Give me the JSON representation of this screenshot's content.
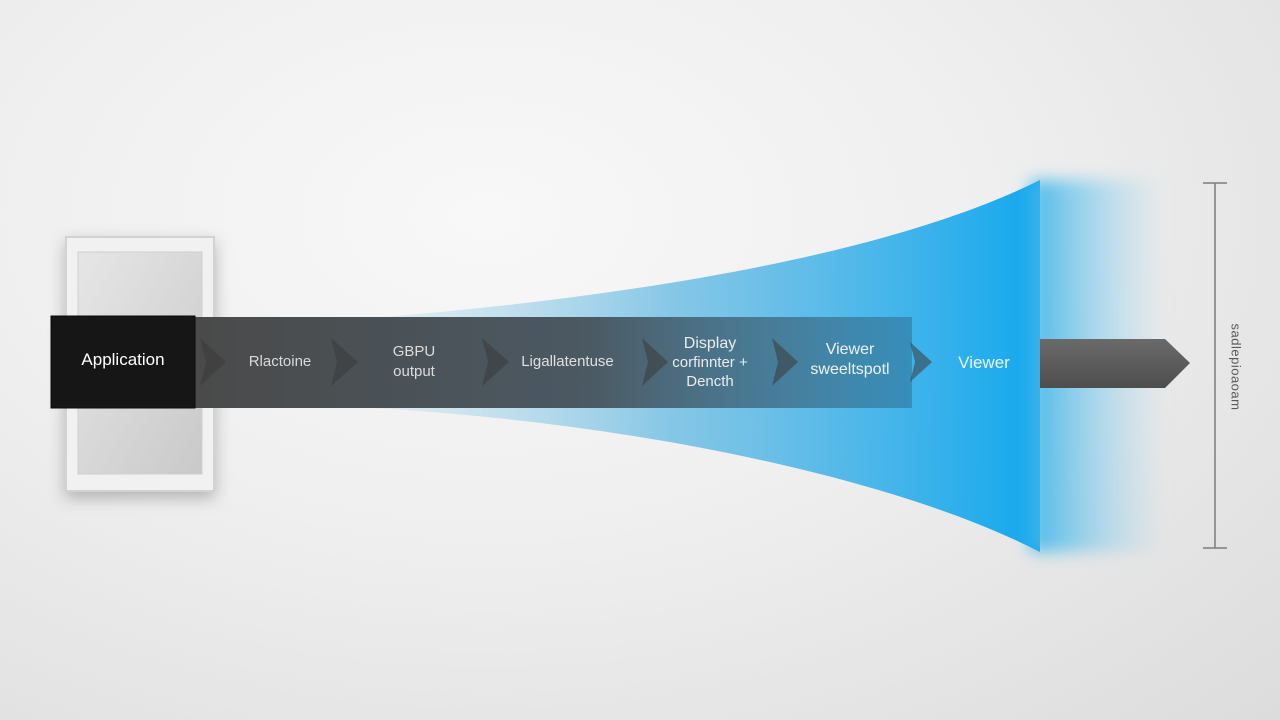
{
  "stages": [
    {
      "lines": [
        "Application"
      ]
    },
    {
      "lines": [
        "Rlactoine"
      ]
    },
    {
      "lines": [
        "GBPU",
        "output"
      ]
    },
    {
      "lines": [
        "Ligallatentuse"
      ]
    },
    {
      "lines": [
        "Display",
        "corfinnter +",
        "Dencth"
      ]
    },
    {
      "lines": [
        "Viewer",
        "sweeltspotl"
      ]
    },
    {
      "lines": [
        "Viewer"
      ]
    }
  ],
  "scale_label": "sadlepioaoam",
  "colors": {
    "application_box": "#161616",
    "pipeline_band": "#4c4c4c",
    "beam": "#1aa7e6",
    "output_arrow": "#5c5c5c",
    "scale_line": "#7c7c7c"
  }
}
